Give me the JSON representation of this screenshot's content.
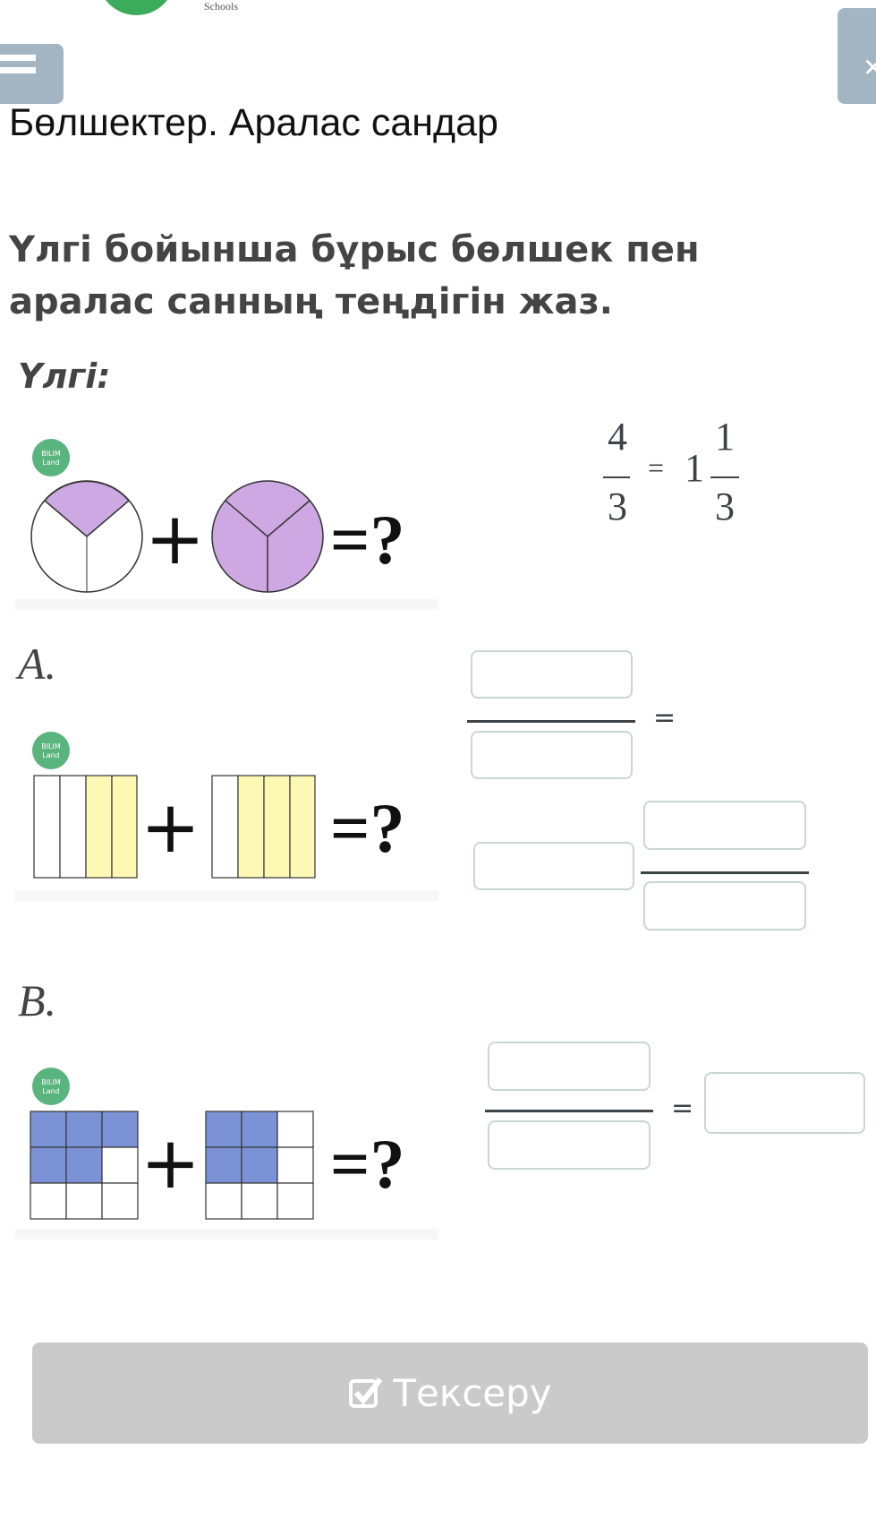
{
  "header": {
    "logo_text": "Schools",
    "menu_icon": "hamburger-icon",
    "close_icon": "close-icon"
  },
  "page_title": "Бөлшектер. Аралас сандар",
  "question": "Үлгі бойынша бұрыс бөлшек пен аралас санның теңдігін жаз.",
  "sample": {
    "label": "Үлгі:",
    "badge": [
      "BILIM",
      "Land"
    ],
    "plus": "+",
    "equals_question": "=?",
    "formula": {
      "numerator": "4",
      "denominator": "3",
      "equals": "=",
      "whole": "1",
      "mixed_numerator": "1",
      "mixed_denominator": "3"
    }
  },
  "task_a": {
    "label": "A.",
    "equals": "=",
    "inputs": {
      "numerator": "",
      "denominator": "",
      "whole": "",
      "mixed_numerator": "",
      "mixed_denominator": ""
    }
  },
  "task_b": {
    "label": "B.",
    "equals": "=",
    "inputs": {
      "numerator": "",
      "denominator": "",
      "answer": ""
    }
  },
  "colors": {
    "purple": "#cda8e2",
    "yellow": "#fdf8b4",
    "blue": "#7b93d6",
    "badge": "#5ab47e",
    "button": "#cacaca"
  },
  "check_button": {
    "label": "Тексеру",
    "icon": "check-square-icon"
  }
}
